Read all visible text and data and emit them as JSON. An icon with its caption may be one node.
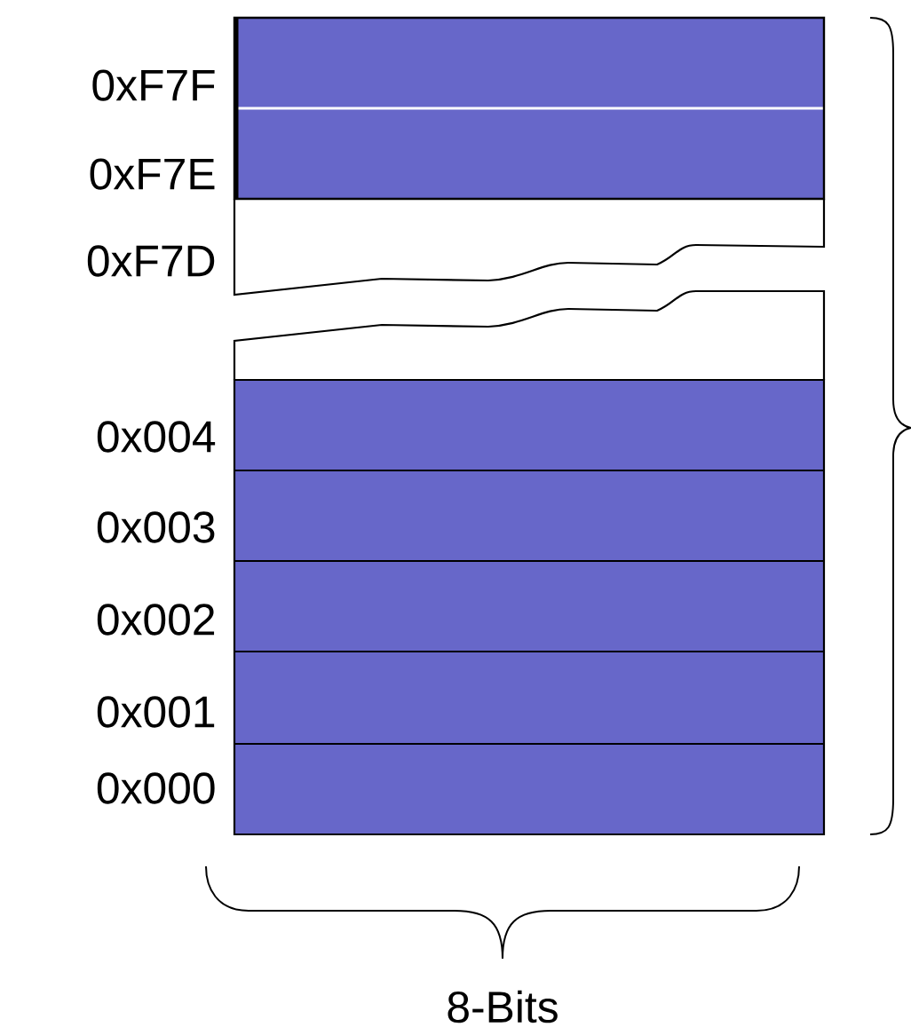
{
  "diagram": {
    "labels": [
      "0xF7F",
      "0xF7E",
      "0xF7D",
      "0x004",
      "0x003",
      "0x002",
      "0x001",
      "0x000",
      "8-Bits"
    ]
  }
}
